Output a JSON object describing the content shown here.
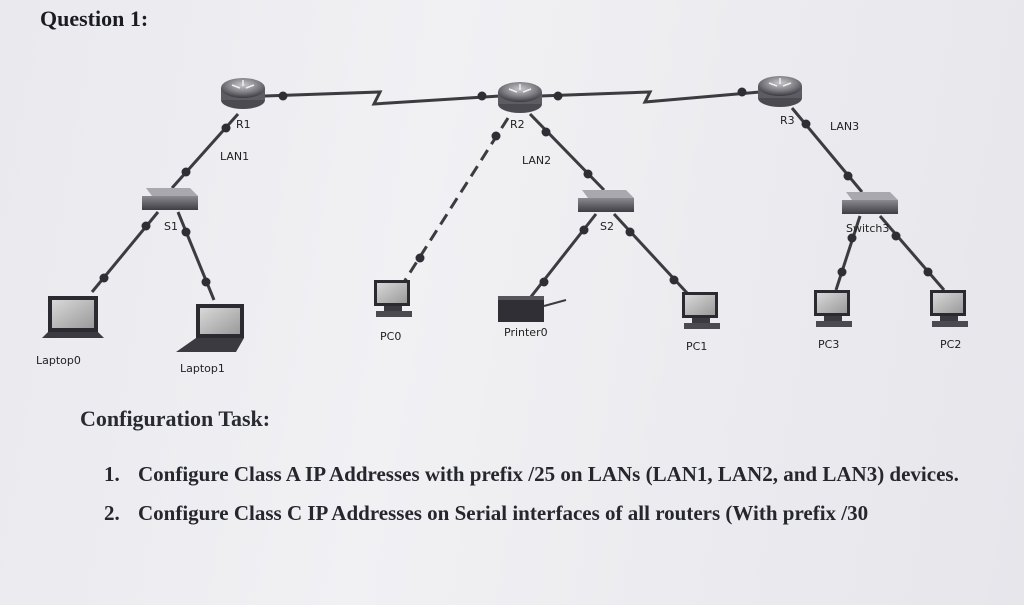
{
  "heading": "Question 1:",
  "topology": {
    "routers": {
      "r1": "R1",
      "r2": "R2",
      "r3": "R3"
    },
    "lans": {
      "lan1": "LAN1",
      "lan2": "LAN2",
      "lan3": "LAN3"
    },
    "switches": {
      "s1": "S1",
      "s2": "S2",
      "s3": "Switch3"
    },
    "devices": {
      "laptop0": "Laptop0",
      "laptop1": "Laptop1",
      "pc0": "PC0",
      "printer0": "Printer0",
      "pc1": "PC1",
      "pc3": "PC3",
      "pc2": "PC2"
    }
  },
  "task": {
    "title": "Configuration Task:",
    "items": [
      {
        "num": "1.",
        "text": "Configure Class A IP Addresses with prefix /25 on LANs (LAN1, LAN2, and LAN3) devices."
      },
      {
        "num": "2.",
        "text": "Configure Class C IP Addresses on Serial interfaces of all routers (With prefix /30"
      }
    ]
  },
  "colors": {
    "link": "#3b3b40",
    "background": "#ececf0",
    "text": "#222222"
  }
}
